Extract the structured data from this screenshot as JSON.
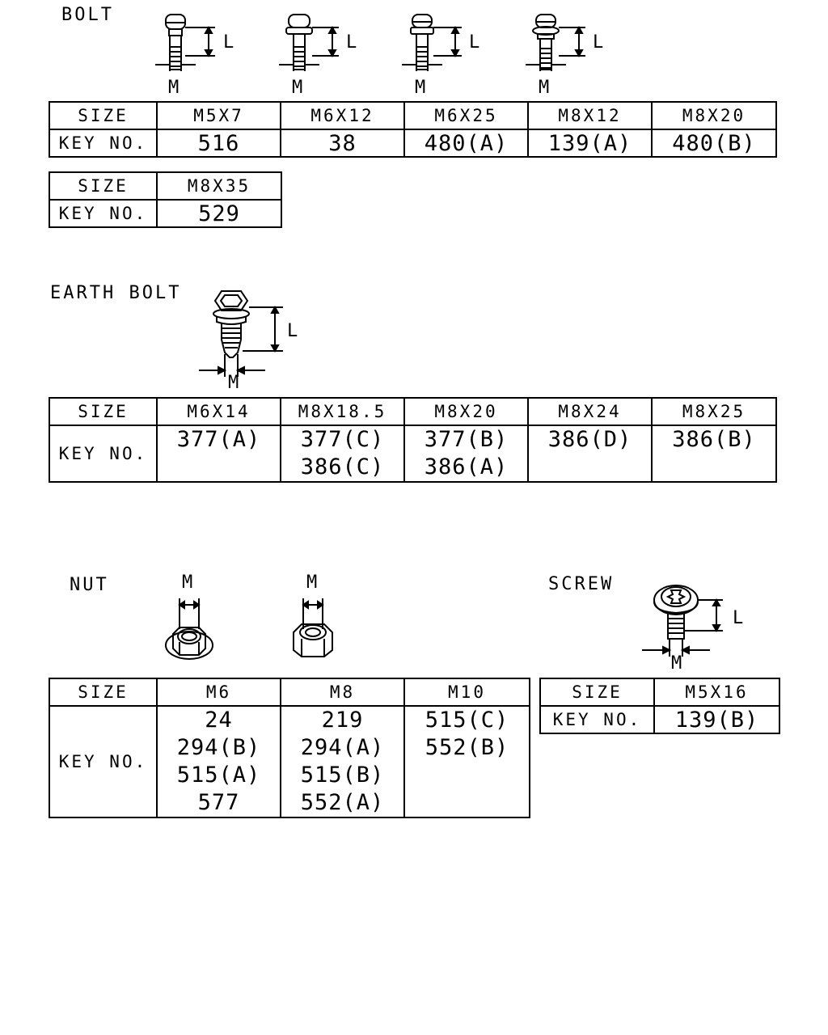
{
  "labels": {
    "bolt": "BOLT",
    "earth_bolt": "EARTH BOLT",
    "nut": "NUT",
    "screw": "SCREW",
    "dim_m": "M",
    "dim_l": "L",
    "size": "SIZE",
    "key_no": "KEY NO."
  },
  "bolt": {
    "table1": {
      "sizes": [
        "M5X7",
        "M6X12",
        "M6X25",
        "M8X12",
        "M8X20"
      ],
      "keys": [
        "516",
        "38",
        "480(A)",
        "139(A)",
        "480(B)"
      ]
    },
    "table2": {
      "sizes": [
        "M8X35"
      ],
      "keys": [
        "529"
      ]
    }
  },
  "earth_bolt": {
    "sizes": [
      "M6X14",
      "M8X18.5",
      "M8X20",
      "M8X24",
      "M8X25"
    ],
    "keys": [
      [
        "377(A)"
      ],
      [
        "377(C)",
        "386(C)"
      ],
      [
        "377(B)",
        "386(A)"
      ],
      [
        "386(D)"
      ],
      [
        "386(B)"
      ]
    ]
  },
  "nut": {
    "sizes": [
      "M6",
      "M8",
      "M10"
    ],
    "keys": [
      [
        "24",
        "294(B)",
        "515(A)",
        "577"
      ],
      [
        "219",
        "294(A)",
        "515(B)",
        "552(A)"
      ],
      [
        "515(C)",
        "552(B)"
      ]
    ]
  },
  "screw": {
    "sizes": [
      "M5X16"
    ],
    "keys": [
      "139(B)"
    ]
  }
}
